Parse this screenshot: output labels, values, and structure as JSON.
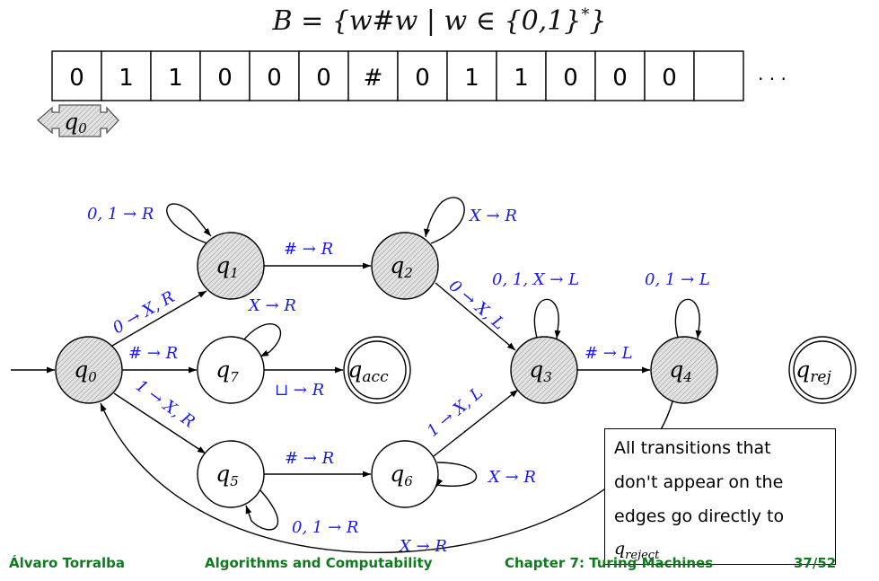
{
  "title": {
    "lhs": "B = {w#w | w ∈ {0,1}",
    "sup": "*",
    "close": "}"
  },
  "tape": {
    "cells": [
      "0",
      "1",
      "1",
      "0",
      "0",
      "0",
      "#",
      "0",
      "1",
      "1",
      "0",
      "0",
      "0",
      ""
    ],
    "ellipsis": "· · ·",
    "head_state": "q",
    "head_state_sub": "0"
  },
  "states": [
    {
      "id": "q0",
      "label": "q",
      "sub": "0",
      "shaded": true,
      "accepting": false,
      "initial": true
    },
    {
      "id": "q1",
      "label": "q",
      "sub": "1",
      "shaded": true,
      "accepting": false
    },
    {
      "id": "q2",
      "label": "q",
      "sub": "2",
      "shaded": true,
      "accepting": false
    },
    {
      "id": "q3",
      "label": "q",
      "sub": "3",
      "shaded": true,
      "accepting": false
    },
    {
      "id": "q4",
      "label": "q",
      "sub": "4",
      "shaded": true,
      "accepting": false
    },
    {
      "id": "q5",
      "label": "q",
      "sub": "5",
      "shaded": false,
      "accepting": false
    },
    {
      "id": "q6",
      "label": "q",
      "sub": "6",
      "shaded": false,
      "accepting": false
    },
    {
      "id": "q7",
      "label": "q",
      "sub": "7",
      "shaded": false,
      "accepting": false
    },
    {
      "id": "qacc",
      "label": "q",
      "sub": "acc",
      "shaded": false,
      "accepting": true
    },
    {
      "id": "qrej",
      "label": "q",
      "sub": "rej",
      "shaded": false,
      "accepting": true
    }
  ],
  "transitions": [
    {
      "id": "q1-loop",
      "label": "0, 1 → R"
    },
    {
      "id": "q1-q2",
      "label": "# → R"
    },
    {
      "id": "q2-loop",
      "label": "X → R"
    },
    {
      "id": "q0-q1",
      "label": "0 → X, R"
    },
    {
      "id": "q2-q3",
      "label": "0 → X, L"
    },
    {
      "id": "q3-loop",
      "label": "0, 1, X → L"
    },
    {
      "id": "q4-loop",
      "label": "0, 1 → L"
    },
    {
      "id": "q7-loop",
      "label": "X → R"
    },
    {
      "id": "q0-q7",
      "label": "# → R"
    },
    {
      "id": "q7-qacc",
      "label": "⊔ → R"
    },
    {
      "id": "q3-q4",
      "label": "# → L"
    },
    {
      "id": "q0-q5",
      "label": "1 → X, R"
    },
    {
      "id": "q6-q3",
      "label": "1 → X, L"
    },
    {
      "id": "q5-q6",
      "label": "# → R"
    },
    {
      "id": "q6-loop",
      "label": "X → R"
    },
    {
      "id": "q5-loop",
      "label": "0, 1 → R"
    },
    {
      "id": "q4-q0",
      "label": "X → R"
    }
  ],
  "note": {
    "lines": [
      "All transitions that",
      "don't appear on the",
      "edges go directly to"
    ],
    "last_main": "q",
    "last_sub": "reject"
  },
  "footer": {
    "author": "Álvaro Torralba",
    "course": "Algorithms and Computability",
    "chapter": "Chapter 7: Turing Machines",
    "page": "37/52"
  },
  "colors": {
    "edge_label": "#1a1aee",
    "footer": "#107a1f",
    "shaded_fill": "#d9d9d9"
  }
}
